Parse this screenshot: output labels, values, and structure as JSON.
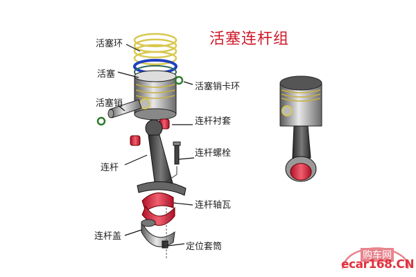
{
  "title": "活塞连杆组",
  "labels": {
    "piston_ring": "活塞环",
    "piston": "活塞",
    "piston_pin": "活塞销",
    "pin_circlip": "活塞销卡环",
    "rod_bushing": "连杆衬套",
    "rod_bolt": "连杆螺栓",
    "connecting_rod": "连杆",
    "rod_bearing": "连杆轴瓦",
    "rod_cap": "连杆盖",
    "locating_sleeve": "定位套筒"
  },
  "watermark": {
    "cn_text": "购车网",
    "en_text": "ecar168.CN"
  },
  "colors": {
    "title": "#d0182a",
    "bearing_red": "#d8243a",
    "ring_yellow": "#d8c850",
    "ring_blue": "#2040c0",
    "circlip_green": "#2a7a2a",
    "metal_dark": "#4a4a4a",
    "metal_light": "#c8c8c8"
  }
}
